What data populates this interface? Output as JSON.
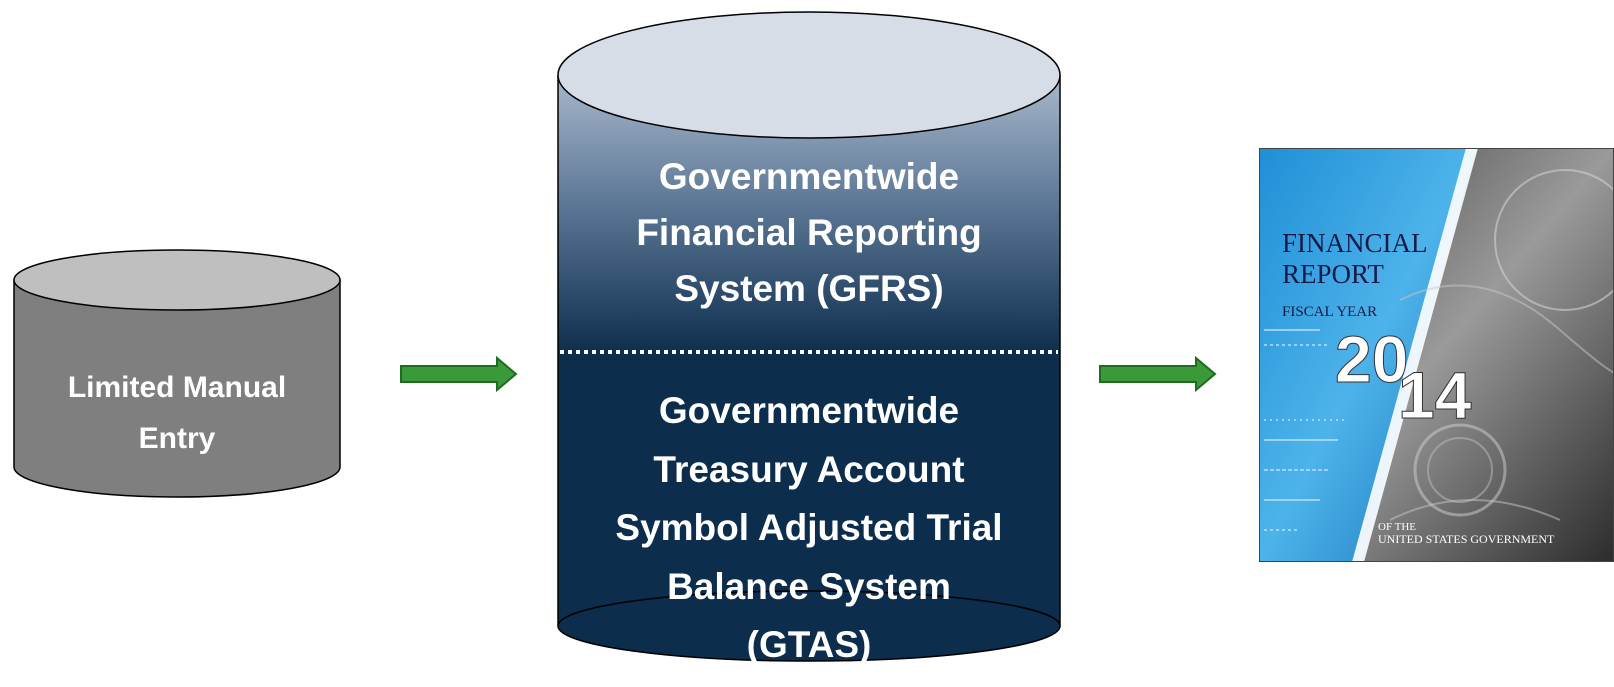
{
  "left_db": {
    "lines": [
      "Limited Manual",
      "Entry"
    ]
  },
  "main_db": {
    "top_section": {
      "lines": [
        "Governmentwide",
        "Financial Reporting",
        "System (GFRS)"
      ]
    },
    "bottom_section": {
      "lines": [
        "Governmentwide",
        "Treasury Account",
        "Symbol Adjusted Trial",
        "Balance System",
        "(GTAS)"
      ]
    }
  },
  "report_cover": {
    "title_line1": "FINANCIAL",
    "title_line2": "REPORT",
    "subtitle": "FISCAL YEAR",
    "year_part1": "20",
    "year_part2": "14",
    "footer_line1": "OF THE",
    "footer_line2": "UNITED STATES GOVERNMENT"
  },
  "colors": {
    "left_db_body": "#7f7f7f",
    "left_db_top": "#bfbfbf",
    "main_db_top": "#d6dde6",
    "main_db_gradient_start": "#9fb0c4",
    "main_db_gradient_end": "#10304f",
    "main_db_bottom": "#0c2d4c",
    "arrow_fill": "#3a9a3a",
    "arrow_stroke": "#1f6b1f"
  }
}
